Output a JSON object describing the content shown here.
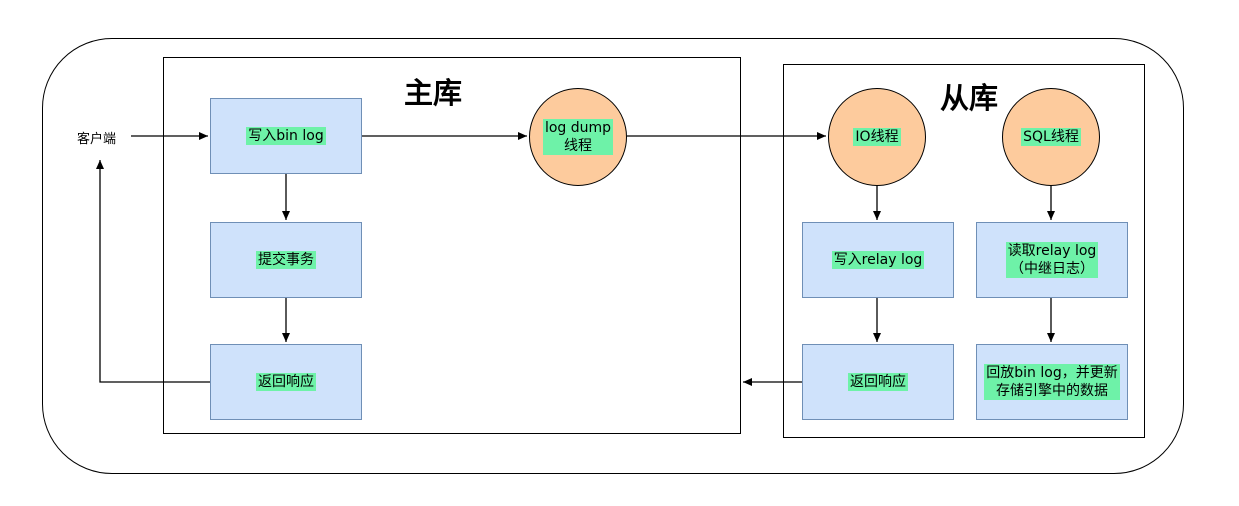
{
  "client": {
    "label": "客户端"
  },
  "master": {
    "title": "主库",
    "write_binlog": "写入bin log",
    "commit": "提交事务",
    "response": "返回响应",
    "dump_thread": "log dump\n线程"
  },
  "slave": {
    "title": "从库",
    "io_thread": "IO线程",
    "sql_thread": "SQL线程",
    "write_relay": "写入relay log",
    "response": "返回响应",
    "read_relay": "读取relay log\n（中继日志）",
    "replay": "回放bin log，并更新\n存储引擎中的数据"
  },
  "colors": {
    "process_fill": "#cfe2fb",
    "thread_fill": "#fdcb9d",
    "label_highlight": "#6ef2a8"
  }
}
